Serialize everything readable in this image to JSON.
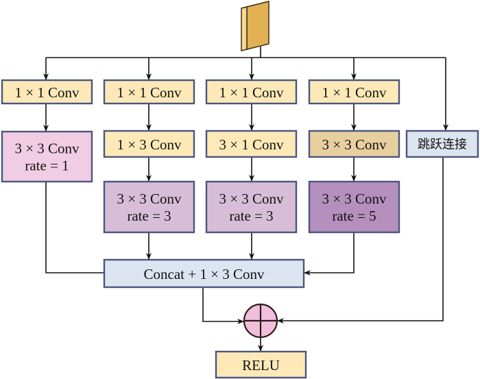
{
  "diagram": {
    "title": "",
    "input_icon": "feature-map-block",
    "nodes": [
      {
        "id": "b1_conv1x1",
        "label": "1 × 1 Conv",
        "type": "conv1x1"
      },
      {
        "id": "b2_conv1x1",
        "label": "1 × 1 Conv",
        "type": "conv1x1"
      },
      {
        "id": "b3_conv1x1",
        "label": "1 × 1 Conv",
        "type": "conv1x1"
      },
      {
        "id": "b4_conv1x1",
        "label": "1 × 1 Conv",
        "type": "conv1x1"
      },
      {
        "id": "b1_dil",
        "label": "3 × 3 Conv",
        "sublabel": "rate = 1",
        "type": "dilated-r1"
      },
      {
        "id": "b2_conv1x3",
        "label": "1 × 3 Conv",
        "type": "conv1x1"
      },
      {
        "id": "b3_conv3x1",
        "label": "3 × 1 Conv",
        "type": "conv1x1"
      },
      {
        "id": "b4_conv3x3",
        "label": "3 × 3 Conv",
        "type": "conv3x3"
      },
      {
        "id": "skip",
        "label": "跳跃连接",
        "type": "skip"
      },
      {
        "id": "b2_dil",
        "label": "3 × 3 Conv",
        "sublabel": "rate = 3",
        "type": "dilated-r3"
      },
      {
        "id": "b3_dil",
        "label": "3 × 3 Conv",
        "sublabel": "rate = 3",
        "type": "dilated-r3"
      },
      {
        "id": "b4_dil",
        "label": "3 × 3 Conv",
        "sublabel": "rate = 5",
        "type": "dilated-r5"
      },
      {
        "id": "concat",
        "label": "Concat + 1 × 3 Conv",
        "type": "concat"
      },
      {
        "id": "add",
        "label": "",
        "symbol": "⊕",
        "type": "sum"
      },
      {
        "id": "relu",
        "label": "RELU",
        "type": "conv1x1"
      }
    ],
    "edges": [
      {
        "from": "input",
        "to": "b1_conv1x1"
      },
      {
        "from": "input",
        "to": "b2_conv1x1"
      },
      {
        "from": "input",
        "to": "b3_conv1x1"
      },
      {
        "from": "input",
        "to": "b4_conv1x1"
      },
      {
        "from": "input",
        "to": "skip"
      },
      {
        "from": "b1_conv1x1",
        "to": "b1_dil"
      },
      {
        "from": "b2_conv1x1",
        "to": "b2_conv1x3"
      },
      {
        "from": "b3_conv1x1",
        "to": "b3_conv3x1"
      },
      {
        "from": "b4_conv1x1",
        "to": "b4_conv3x3"
      },
      {
        "from": "b2_conv1x3",
        "to": "b2_dil"
      },
      {
        "from": "b3_conv3x1",
        "to": "b3_dil"
      },
      {
        "from": "b4_conv3x3",
        "to": "b4_dil"
      },
      {
        "from": "b1_dil",
        "to": "concat"
      },
      {
        "from": "b2_dil",
        "to": "concat"
      },
      {
        "from": "b3_dil",
        "to": "concat"
      },
      {
        "from": "b4_dil",
        "to": "concat"
      },
      {
        "from": "concat",
        "to": "add"
      },
      {
        "from": "skip",
        "to": "add"
      },
      {
        "from": "add",
        "to": "relu"
      }
    ],
    "colors": {
      "conv1x1": "#fde9b8",
      "conv3x3": "#e8cfa0",
      "dilated-r1": "#f0cde2",
      "dilated-r3": "#d7bdd8",
      "dilated-r5": "#b58fbd",
      "skip": "#dce4ef",
      "concat": "#dce4ef",
      "sum": "#f1bfdc",
      "border": "#4a5580",
      "line": "#111111",
      "input_front": "#e2b154",
      "input_side": "#f7d98e"
    }
  }
}
